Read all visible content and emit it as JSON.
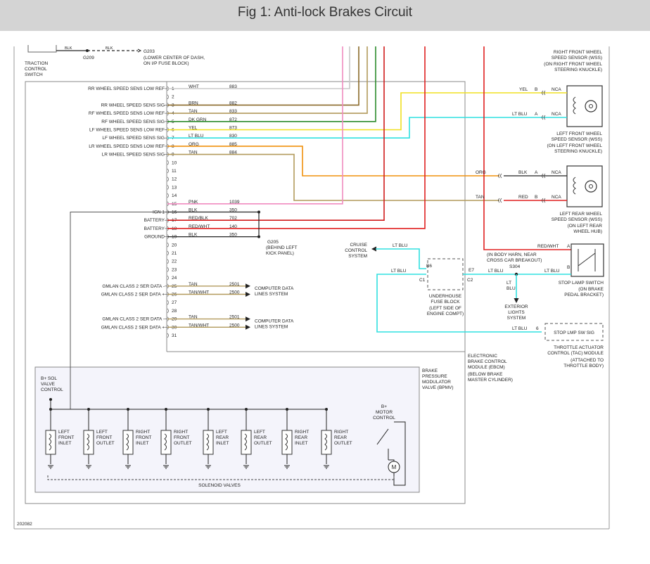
{
  "page_title": "Fig 1: Anti-lock Brakes Circuit",
  "diagram_id": "202082",
  "colors": {
    "white": "#c8c8c8",
    "brown": "#8b6a2a",
    "tan": "#b29a5c",
    "dk_green": "#2a8a2a",
    "yellow": "#f0e020",
    "lt_blue": "#30e0e0",
    "orange": "#f0900c",
    "pink": "#f08cc0",
    "black": "#222222",
    "red": "#e02020",
    "red_black": "#d01c1c",
    "red_white": "#e02020",
    "frame": "#888888",
    "module_fill": "#f4f4fb"
  },
  "top_fragment": {
    "switch_label": "TRACTION\nCONTROL\nSWITCH",
    "wire1": "BLK",
    "wire2": "BLK",
    "splice": "G209",
    "ground": "G203",
    "ground_note": "(LOWER CENTER OF DASH,\nON I/P FUSE BLOCK)"
  },
  "ebcm_pins": [
    {
      "pin": "1",
      "label": "RR WHEEL SPEED SENS LOW REF",
      "wire": "WHT",
      "circuit": "883",
      "color": "white"
    },
    {
      "pin": "2",
      "label": "",
      "wire": "",
      "circuit": "",
      "color": ""
    },
    {
      "pin": "3",
      "label": "RR WHEEL SPEED SENS SIG",
      "wire": "BRN",
      "circuit": "882",
      "color": "brown"
    },
    {
      "pin": "4",
      "label": "RF WHEEL SPEED SENS LOW REF",
      "wire": "TAN",
      "circuit": "833",
      "color": "tan"
    },
    {
      "pin": "5",
      "label": "RF WHEEL SPEED SENS SIG",
      "wire": "DK GRN",
      "circuit": "872",
      "color": "dk_green"
    },
    {
      "pin": "6",
      "label": "LF WHEEL SPEED SENS LOW REF",
      "wire": "YEL",
      "circuit": "873",
      "color": "yellow"
    },
    {
      "pin": "7",
      "label": "LF WHEEL SPEED SENS SIG",
      "wire": "LT BLU",
      "circuit": "830",
      "color": "lt_blue"
    },
    {
      "pin": "8",
      "label": "LR WHEEL SPEED SENS LOW REF",
      "wire": "ORG",
      "circuit": "885",
      "color": "orange"
    },
    {
      "pin": "9",
      "label": "LR WHEEL SPEED SENS SIG",
      "wire": "TAN",
      "circuit": "884",
      "color": "tan"
    },
    {
      "pin": "10",
      "label": "",
      "wire": "",
      "circuit": "",
      "color": ""
    },
    {
      "pin": "11",
      "label": "",
      "wire": "",
      "circuit": "",
      "color": ""
    },
    {
      "pin": "12",
      "label": "",
      "wire": "",
      "circuit": "",
      "color": ""
    },
    {
      "pin": "13",
      "label": "",
      "wire": "",
      "circuit": "",
      "color": ""
    },
    {
      "pin": "14",
      "label": "",
      "wire": "",
      "circuit": "",
      "color": ""
    },
    {
      "pin": "15",
      "label": "",
      "wire": "PNK",
      "circuit": "1039",
      "color": "pink"
    },
    {
      "pin": "16",
      "label": "IGN 1",
      "wire": "BLK",
      "circuit": "350",
      "color": "black"
    },
    {
      "pin": "17",
      "label": "BATTERY",
      "wire": "RED/BLK",
      "circuit": "702",
      "color": "red_black"
    },
    {
      "pin": "18",
      "label": "BATTERY",
      "wire": "RED/WHT",
      "circuit": "140",
      "color": "red_white"
    },
    {
      "pin": "19",
      "label": "GROUND",
      "wire": "BLK",
      "circuit": "350",
      "color": "black"
    },
    {
      "pin": "20",
      "label": "",
      "wire": "",
      "circuit": "",
      "color": ""
    },
    {
      "pin": "21",
      "label": "",
      "wire": "",
      "circuit": "",
      "color": ""
    },
    {
      "pin": "22",
      "label": "",
      "wire": "",
      "circuit": "",
      "color": ""
    },
    {
      "pin": "23",
      "label": "",
      "wire": "",
      "circuit": "",
      "color": ""
    },
    {
      "pin": "24",
      "label": "",
      "wire": "",
      "circuit": "",
      "color": ""
    },
    {
      "pin": "25",
      "label": "GMLAN CLASS 2 SER DATA -",
      "wire": "TAN",
      "circuit": "2501",
      "color": "tan"
    },
    {
      "pin": "26",
      "label": "GMLAN CLASS 2 SER DATA +",
      "wire": "TAN/WHT",
      "circuit": "2500",
      "color": "tan"
    },
    {
      "pin": "27",
      "label": "",
      "wire": "",
      "circuit": "",
      "color": ""
    },
    {
      "pin": "28",
      "label": "",
      "wire": "",
      "circuit": "",
      "color": ""
    },
    {
      "pin": "29",
      "label": "GMLAN CLASS 2 SER DATA -",
      "wire": "TAN",
      "circuit": "2501",
      "color": "tan"
    },
    {
      "pin": "30",
      "label": "GMLAN CLASS 2 SER DATA +",
      "wire": "TAN/WHT",
      "circuit": "2500",
      "color": "tan"
    },
    {
      "pin": "31",
      "label": "",
      "wire": "",
      "circuit": "",
      "color": ""
    }
  ],
  "computer_data_label": "COMPUTER DATA\nLINES SYSTEM",
  "ground_g205": "G205",
  "ground_g205_note": "(BEHIND LEFT\nKICK PANEL)",
  "rf_sensor": {
    "label": "RIGHT FRONT WHEEL\nSPEED SENSOR (WSS)",
    "note": "(ON RIGHT FRONT WHEEL\nSTEERING KNUCKLE)"
  },
  "lf_sensor": {
    "label": "LEFT FRONT WHEEL\nSPEED SENSOR (WSS)",
    "note": "(ON LEFT FRONT WHEEL\nSTEERING KNUCKLE)",
    "wire_b": "YEL",
    "pin_b": "B",
    "wire_a": "LT BLU",
    "pin_a": "A",
    "nca": "NCA"
  },
  "lr_sensor": {
    "label": "LEFT REAR WHEEL\nSPEED SENSOR (WSS)",
    "note": "(ON LEFT REAR\nWHEEL HUB)",
    "harness_a": "ORG",
    "wire_a": "BLK",
    "pin_a": "A",
    "harness_b": "TAN",
    "wire_b": "RED",
    "pin_b": "B",
    "nca": "NCA"
  },
  "cruise": {
    "label": "CRUISE\nCONTROL\nSYSTEM",
    "wire": "LT BLU"
  },
  "fuse_block": {
    "label": "UNDERHOUSE\nFUSE BLOCK",
    "note": "(LEFT SIDE OF\nENGINE COMPT)",
    "c1": "C1",
    "c2": "C2",
    "b6": "B6",
    "e7": "E7",
    "wire_in": "LT BLU",
    "wire_out": "LT BLU"
  },
  "splice_s304": {
    "label": "S304",
    "wire": "LT\nBLU",
    "to": "EXTERIOR\nLIGHTS\nSYSTEM",
    "wire_right": "LT BLU"
  },
  "stop_lamp": {
    "label": "STOP LAMP SWITCH",
    "note": "(ON BRAKE\nPEDAL BRACKET)",
    "wire_in": "RED/WHT",
    "pin_a": "A",
    "pin_b": "B",
    "harness_note": "(IN BODY HARN, NEAR\nCROSS CAR BREAKOUT)"
  },
  "tac": {
    "label": "THROTTLE ACTUATOR\nCONTROL (TAC) MODULE",
    "note": "(ATTACHED TO\nTHROTTLE BODY)",
    "box": "STOP LMP SW SIG",
    "wire": "LT BLU",
    "pin": "6"
  },
  "ebcm_label": "ELECTRONIC\nBRAKE CONTROL\nMODULE (EBCM)",
  "ebcm_note": "(BELOW BRAKE\nMASTER CYLINDER)",
  "bpmv_label": "BRAKE\nPRESSURE\nMODULATOR\nVALVE (BPMV)",
  "bsol_label": "B+ SOL\nVALVE\nCONTROL",
  "motor_label": "B+\nMOTOR\nCONTROL",
  "motor_symbol": "M",
  "solenoid_valves_label": "SOLENOID VALVES",
  "solenoids": [
    "LEFT\nFRONT\nINLET",
    "LEFT\nFRONT\nOUTLET",
    "RIGHT\nFRONT\nINLET",
    "RIGHT\nFRONT\nOUTLET",
    "LEFT\nREAR\nINLET",
    "LEFT\nREAR\nOUTLET",
    "RIGHT\nREAR\nINLET",
    "RIGHT\nREAR\nOUTLET"
  ]
}
